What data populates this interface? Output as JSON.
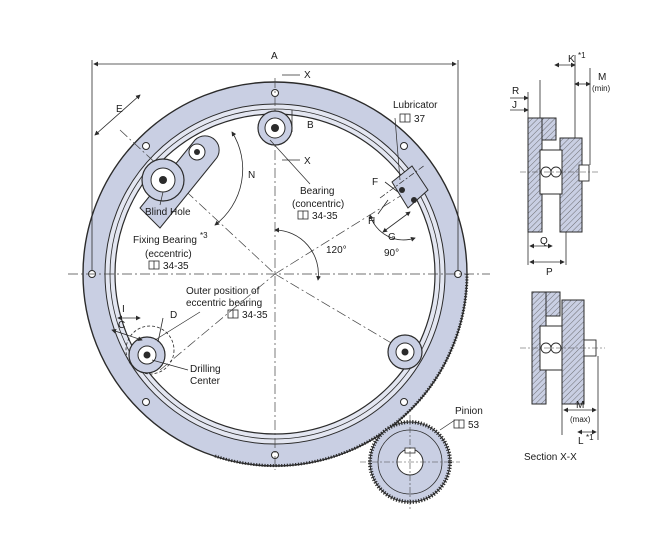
{
  "colors": {
    "ring_fill": "#c9cfe3",
    "ring_inner": "#e3e6f1",
    "line": "#2b2b2b",
    "centerline": "#444444",
    "section_fill": "#c9cfe3"
  },
  "dimensions": {
    "A": "A",
    "B": "B",
    "C": "C",
    "D": "D",
    "E": "E",
    "F": "F",
    "G": "G",
    "H": "H",
    "I": "I",
    "J": "J",
    "N": "N",
    "P": "P",
    "Q": "Q",
    "R": "R",
    "K": "K",
    "K_sup": "*1",
    "L": "L",
    "L_sup": "*1",
    "X_top": "X",
    "X_mid": "X",
    "M_min": "M",
    "M_min_note": "(min)",
    "M_max": "M",
    "M_max_note": "(max)"
  },
  "angles": {
    "a120": "120°",
    "a90": "90°"
  },
  "callouts": {
    "lubricator": {
      "title": "Lubricator",
      "ref": "37"
    },
    "bearing_concentric": {
      "line1": "Bearing",
      "line2": "(concentric)",
      "ref": "34-35"
    },
    "blind_hole": {
      "line1": "Blind Hole",
      "line2": "Fixing Bearing",
      "sup": "*3",
      "line3": "(eccentric)",
      "ref": "34-35"
    },
    "outer_position": {
      "line1": "Outer position of",
      "line2": "eccentric bearing",
      "ref": "34-35"
    },
    "drilling": {
      "line1": "Drilling",
      "line2": "Center"
    },
    "pinion": {
      "title": "Pinion",
      "ref": "53"
    },
    "section": "Section X-X"
  },
  "icons": {
    "book": "book-icon"
  }
}
